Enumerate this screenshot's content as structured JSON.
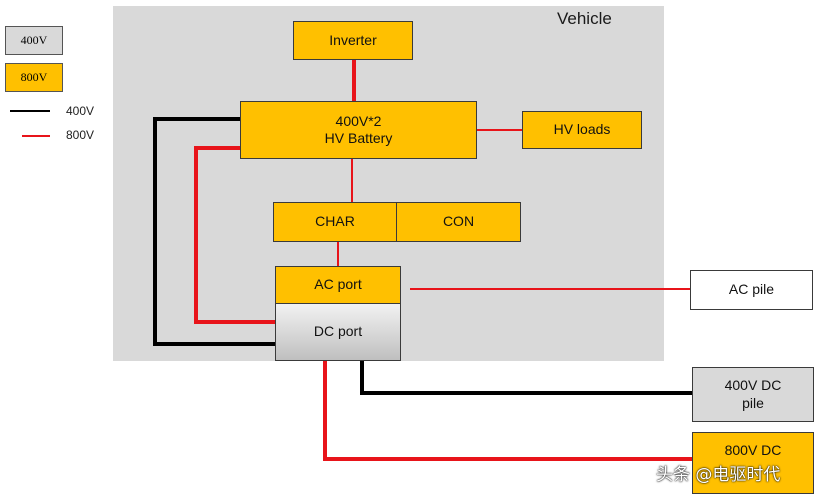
{
  "legend": {
    "box_400_label": "400V",
    "box_800_label": "800V",
    "line_400_label": "400V",
    "line_800_label": "800V"
  },
  "vehicle": {
    "label": "Vehicle"
  },
  "nodes": {
    "inverter": "Inverter",
    "battery_line1": "400V*2",
    "battery_line2": "HV Battery",
    "hv_loads": "HV loads",
    "char": "CHAR",
    "con": "CON",
    "ac_port": "AC port",
    "dc_port": "DC port",
    "ac_pile": "AC pile",
    "dc400_line1": "400V DC",
    "dc400_line2": "pile",
    "dc800_line1": "800V DC"
  },
  "watermark": "头条 @电驱时代",
  "colors": {
    "hv_800": "#e8141a",
    "hv_400": "#000000",
    "box_800": "#ffc000",
    "box_400": "#d9d9d9"
  }
}
